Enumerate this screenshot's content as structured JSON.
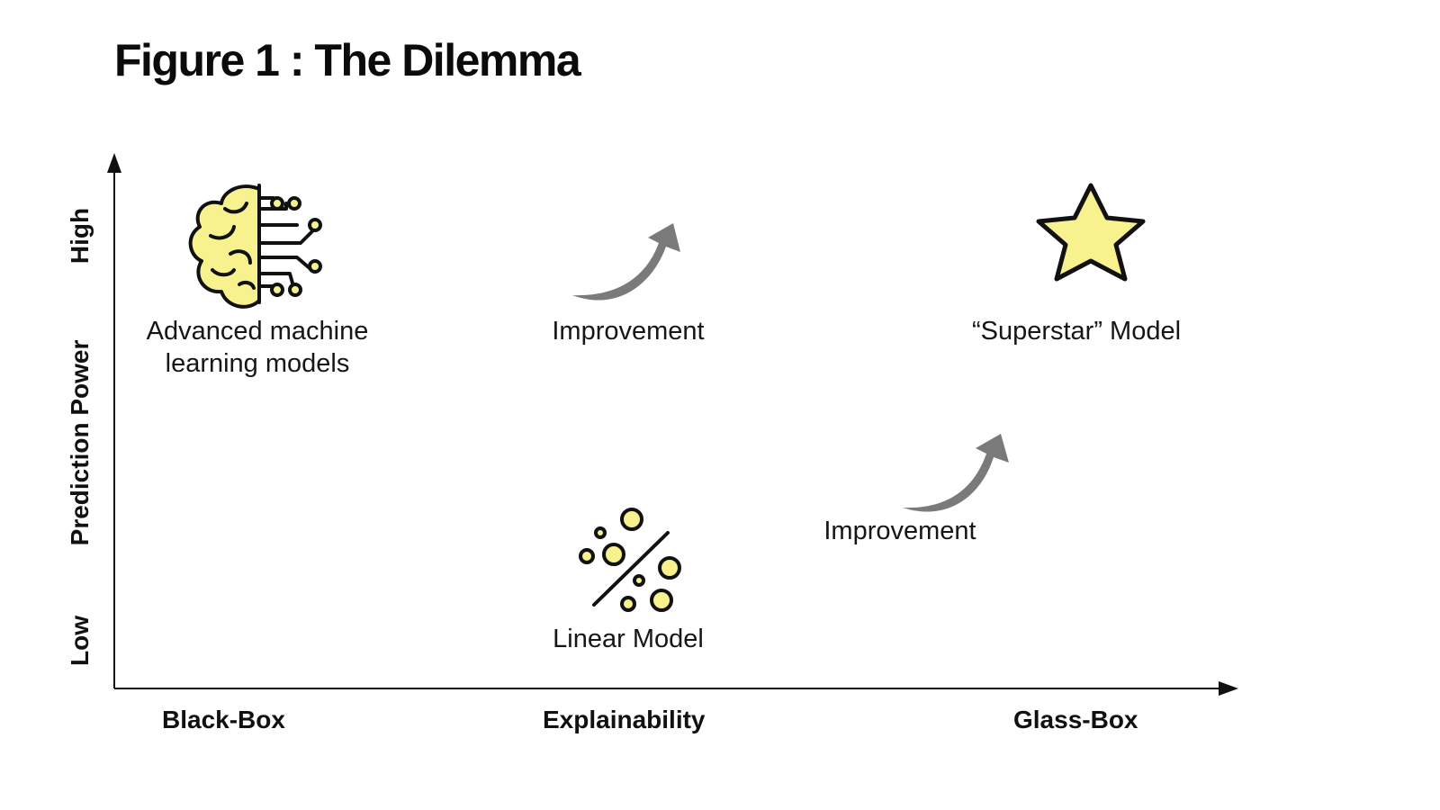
{
  "title": "Figure 1 : The Dilemma",
  "axes": {
    "y_title": "Prediction Power",
    "y_low": "Low",
    "y_high": "High",
    "x_title": "Explainability",
    "x_left": "Black-Box",
    "x_right": "Glass-Box"
  },
  "nodes": {
    "advanced": {
      "line1": "Advanced machine",
      "line2": "learning models",
      "icon": "brain-circuit-icon"
    },
    "linear": {
      "label": "Linear Model",
      "icon": "percent-dots-icon"
    },
    "superstar": {
      "label": "“Superstar” Model",
      "icon": "star-icon"
    },
    "improvement_top": {
      "label": "Improvement",
      "icon": "curved-arrow-icon"
    },
    "improvement_bottom": {
      "label": "Improvement",
      "icon": "curved-arrow-icon"
    }
  },
  "colors": {
    "icon_fill": "#f8f28e",
    "arrow_gray": "#7a7a7a",
    "axis": "#111111"
  }
}
